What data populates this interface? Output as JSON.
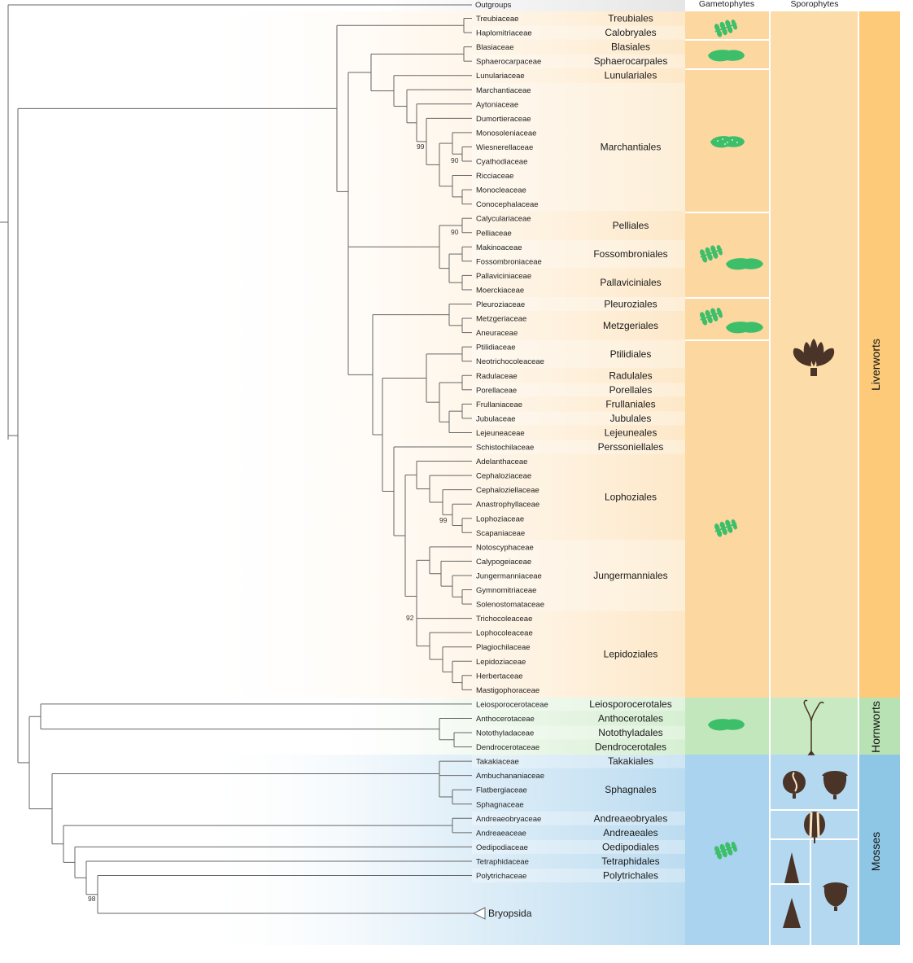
{
  "headers": {
    "outgroups": "Outgroups",
    "gametophytes": "Gametophytes",
    "sporophytes": "Sporophytes"
  },
  "groups": {
    "liverworts": "Liverworts",
    "hornworts": "Hornworts",
    "mosses": "Mosses"
  },
  "families": [
    "Treubiaceae",
    "Haplomitriaceae",
    "Blasiaceae",
    "Sphaerocarpaceae",
    "Lunulariaceae",
    "Marchantiaceae",
    "Aytoniaceae",
    "Dumortieraceae",
    "Monosoleniaceae",
    "Wiesnerellaceae",
    "Cyathodiaceae",
    "Ricciaceae",
    "Monocleaceae",
    "Conocephalaceae",
    "Calyculariaceae",
    "Pelliaceae",
    "Makinoaceae",
    "Fossombroniaceae",
    "Pallaviciniaceae",
    "Moerckiaceae",
    "Pleuroziaceae",
    "Metzgeriaceae",
    "Aneuraceae",
    "Ptilidiaceae",
    "Neotrichocoleaceae",
    "Radulaceae",
    "Porellaceae",
    "Frullaniaceae",
    "Jubulaceae",
    "Lejeuneaceae",
    "Schistochilaceae",
    "Adelanthaceae",
    "Cephaloziaceae",
    "Cephaloziellaceae",
    "Anastrophyllaceae",
    "Lophoziaceae",
    "Scapaniaceae",
    "Notoscyphaceae",
    "Calypogeiaceae",
    "Jungermanniaceae",
    "Gymnomitriaceae",
    "Solenostomataceae",
    "Trichocoleaceae",
    "Lophocoleaceae",
    "Plagiochilaceae",
    "Lepidoziaceae",
    "Herbertaceae",
    "Mastigophoraceae",
    "Leiosporocerotaceae",
    "Anthocerotaceae",
    "Notothyladaceae",
    "Dendrocerotaceae",
    "Takakiaceae",
    "Ambuchananiaceae",
    "Flatbergiaceae",
    "Sphagnaceae",
    "Andreaeobryaceae",
    "Andreaeaceae",
    "Oedipodiaceae",
    "Tetraphidaceae",
    "Polytrichaceae",
    "Bryopsida"
  ],
  "orders": [
    {
      "label": "Treubiales",
      "from": 0,
      "to": 0
    },
    {
      "label": "Calobryales",
      "from": 1,
      "to": 1
    },
    {
      "label": "Blasiales",
      "from": 2,
      "to": 2
    },
    {
      "label": "Sphaerocarpales",
      "from": 3,
      "to": 3
    },
    {
      "label": "Lunulariales",
      "from": 4,
      "to": 4
    },
    {
      "label": "Marchantiales",
      "from": 5,
      "to": 13
    },
    {
      "label": "Pelliales",
      "from": 14,
      "to": 15
    },
    {
      "label": "Fossombroniales",
      "from": 16,
      "to": 17
    },
    {
      "label": "Pallaviciniales",
      "from": 18,
      "to": 19
    },
    {
      "label": "Pleuroziales",
      "from": 20,
      "to": 20
    },
    {
      "label": "Metzgeriales",
      "from": 21,
      "to": 22
    },
    {
      "label": "Ptilidiales",
      "from": 23,
      "to": 24
    },
    {
      "label": "Radulales",
      "from": 25,
      "to": 25
    },
    {
      "label": "Porellales",
      "from": 26,
      "to": 26
    },
    {
      "label": "Frullaniales",
      "from": 27,
      "to": 27
    },
    {
      "label": "Jubulales",
      "from": 28,
      "to": 28
    },
    {
      "label": "Lejeuneales",
      "from": 29,
      "to": 29
    },
    {
      "label": "Perssoniellales",
      "from": 30,
      "to": 30
    },
    {
      "label": "Lophoziales",
      "from": 31,
      "to": 36
    },
    {
      "label": "Jungermanniales",
      "from": 37,
      "to": 41
    },
    {
      "label": "Lepidoziales",
      "from": 42,
      "to": 47
    },
    {
      "label": "Leiosporocerotales",
      "from": 48,
      "to": 48
    },
    {
      "label": "Anthocerotales",
      "from": 49,
      "to": 49
    },
    {
      "label": "Notothyladales",
      "from": 50,
      "to": 50
    },
    {
      "label": "Dendrocerotales",
      "from": 51,
      "to": 51
    },
    {
      "label": "Takakiales",
      "from": 52,
      "to": 52
    },
    {
      "label": "Sphagnales",
      "from": 53,
      "to": 55
    },
    {
      "label": "Andreaeobryales",
      "from": 56,
      "to": 56
    },
    {
      "label": "Andreaeales",
      "from": 57,
      "to": 57
    },
    {
      "label": "Oedipodiales",
      "from": 58,
      "to": 58
    },
    {
      "label": "Tetraphidales",
      "from": 59,
      "to": 59
    },
    {
      "label": "Polytrichales",
      "from": 60,
      "to": 60
    }
  ],
  "bootstrap": [
    "99",
    "90",
    "90",
    "99",
    "92",
    "98"
  ],
  "colors": {
    "liverworts_band": "#fcca78",
    "liverworts_light": "#fde3bd",
    "hornworts_band": "#b9e2b4",
    "hornworts_light": "#d5eed0",
    "mosses_band": "#8ec6e6",
    "mosses_light": "#c3e0f2",
    "gametophyte_icon": "#3dbf6a",
    "sporophyte_icon": "#4a3327"
  }
}
